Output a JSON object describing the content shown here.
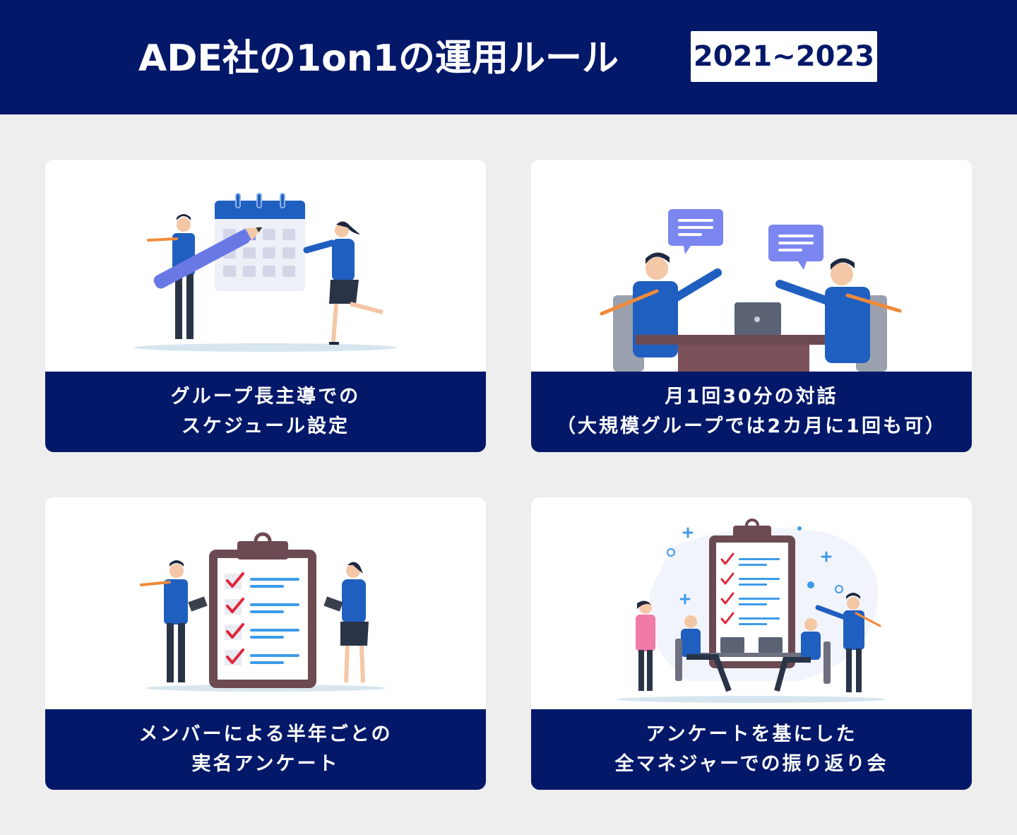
{
  "header": {
    "title": "ADE社の1on1の運用ルール",
    "period": "2021~2023"
  },
  "cards": [
    {
      "caption": [
        "グループ長主導での",
        "スケジュール設定"
      ],
      "illustration": "calendar-scheduling"
    },
    {
      "caption": [
        "月1回30分の対話",
        "（大規模グループでは2カ月に1回も可）"
      ],
      "illustration": "one-on-one-dialogue"
    },
    {
      "caption": [
        "メンバーによる半年ごとの",
        "実名アンケート"
      ],
      "illustration": "survey-clipboard"
    },
    {
      "caption": [
        "アンケートを基にした",
        "全マネジャーでの振り返り会"
      ],
      "illustration": "manager-review-meeting"
    }
  ],
  "colors": {
    "navy": "#031869",
    "background": "#eeeeee",
    "card": "#ffffff",
    "suit_blue": "#1f5fc0",
    "accent_purple": "#7b86f0",
    "check_red": "#e0263a",
    "line_blue": "#3e9be8",
    "tie_orange": "#f08a3a"
  }
}
